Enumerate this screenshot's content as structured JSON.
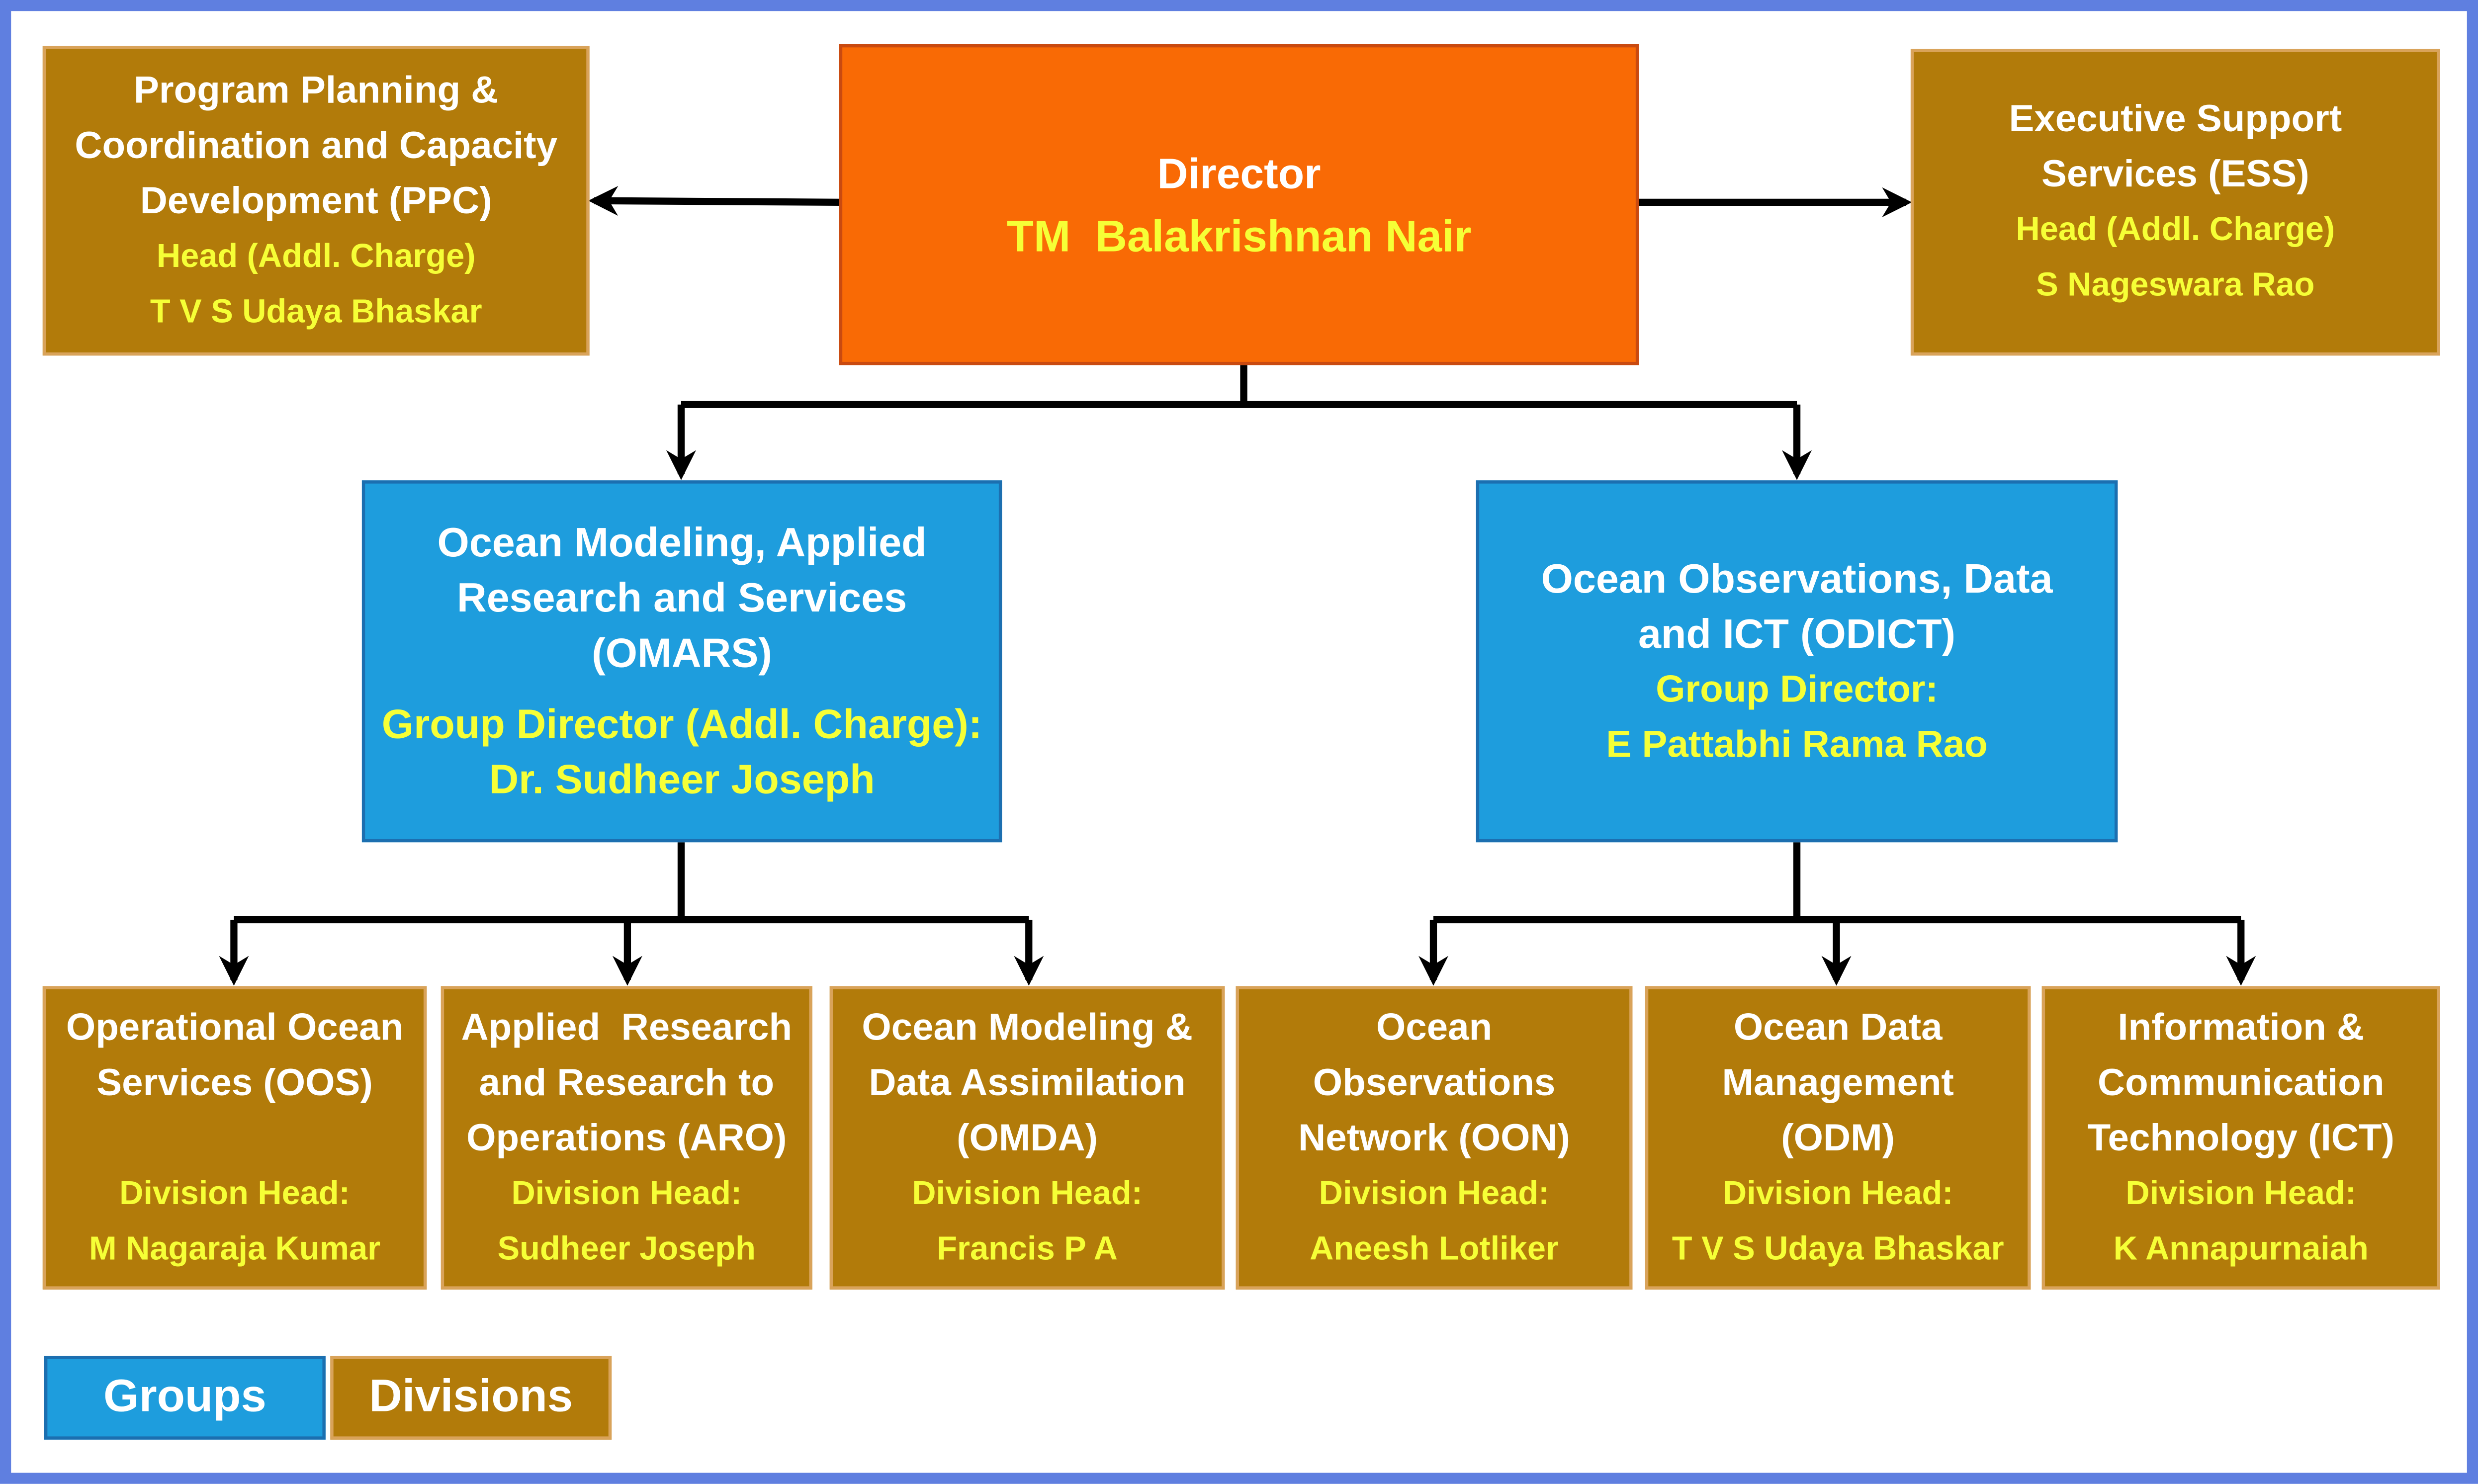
{
  "director": {
    "title": "Director",
    "name": "TM  Balakrishnan Nair"
  },
  "ppc": {
    "lines": [
      "Program Planning &",
      "Coordination and Capacity",
      "Development (PPC)"
    ],
    "head_label": "Head (Addl. Charge)",
    "head_name": "T V S Udaya Bhaskar"
  },
  "ess": {
    "lines": [
      "Executive Support",
      "Services (ESS)"
    ],
    "head_label": "Head (Addl. Charge)",
    "head_name": "S Nageswara Rao"
  },
  "groups": [
    {
      "lines": [
        "Ocean Modeling, Applied",
        "Research and Services",
        "(OMARS)"
      ],
      "head_label": "Group Director (Addl. Charge):",
      "head_name": "Dr. Sudheer Joseph"
    },
    {
      "lines": [
        "Ocean Observations, Data",
        "and ICT (ODICT)"
      ],
      "head_label": "Group Director:",
      "head_name": "E Pattabhi Rama Rao"
    }
  ],
  "divisions": [
    {
      "lines": [
        "Operational Ocean",
        "Services (OOS)",
        ""
      ],
      "head_label": "Division Head:",
      "head_name": "M Nagaraja Kumar"
    },
    {
      "lines": [
        "Applied  Research",
        "and Research to",
        "Operations (ARO)"
      ],
      "head_label": "Division Head:",
      "head_name": "Sudheer Joseph"
    },
    {
      "lines": [
        "Ocean Modeling &",
        "Data Assimilation",
        "(OMDA)"
      ],
      "head_label": "Division Head:",
      "head_name": "Francis P A"
    },
    {
      "lines": [
        "Ocean",
        "Observations",
        "Network (OON)"
      ],
      "head_label": "Division Head:",
      "head_name": "Aneesh Lotliker"
    },
    {
      "lines": [
        "Ocean Data",
        "Management",
        "(ODM)"
      ],
      "head_label": "Division Head:",
      "head_name": "T V S Udaya Bhaskar"
    },
    {
      "lines": [
        "Information &",
        "Communication",
        "Technology (ICT)"
      ],
      "head_label": "Division Head:",
      "head_name": "K Annapurnaiah"
    }
  ],
  "legend": {
    "groups_label": "Groups",
    "divisions_label": "Divisions"
  },
  "colors": {
    "group_fill": "#1e9ddd",
    "division_fill": "#b27b0a",
    "director_fill": "#f96a05",
    "accent_text": "#f6ff36",
    "frame": "#5f7fe0"
  }
}
